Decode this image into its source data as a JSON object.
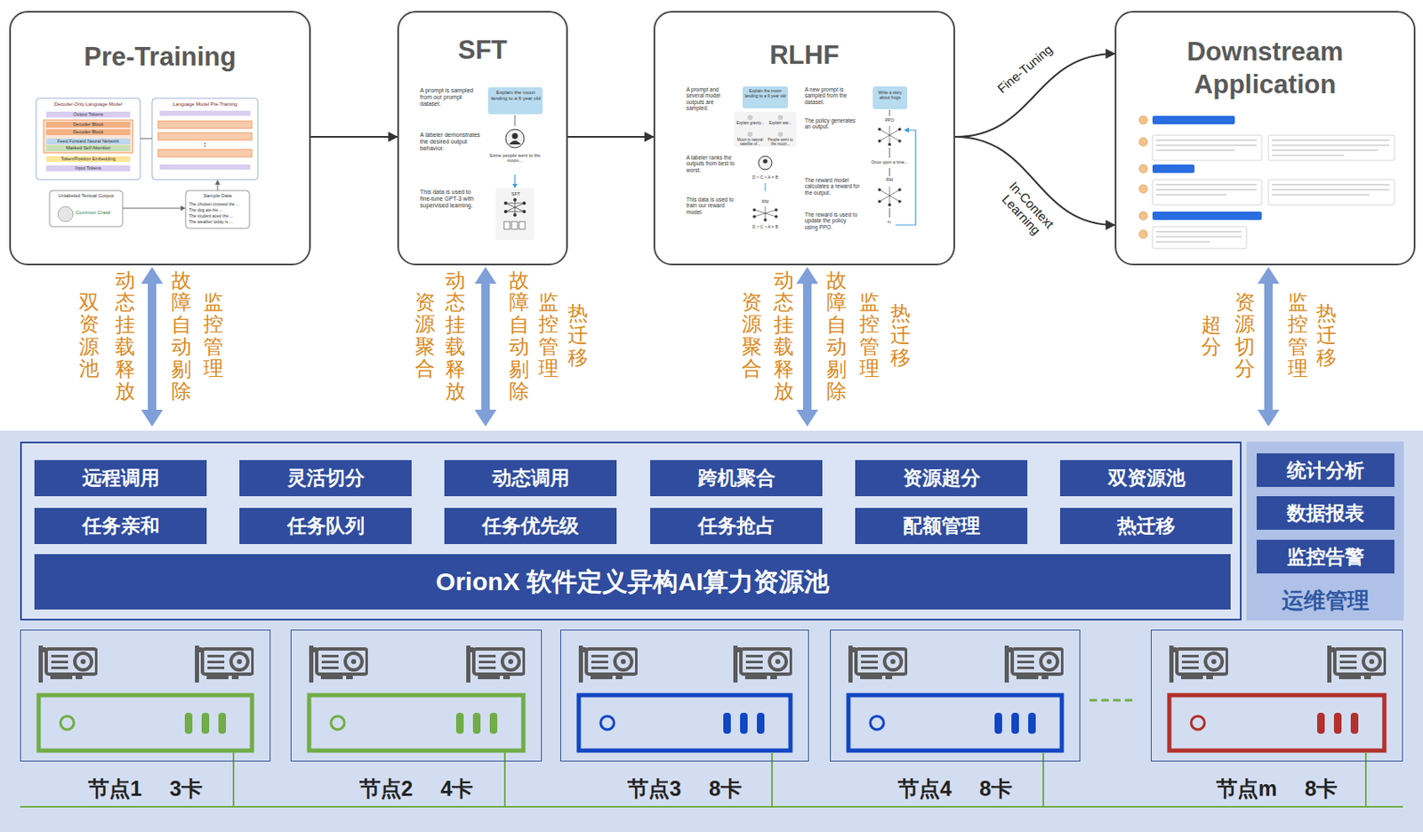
{
  "diagram": {
    "nodes": [
      {
        "text": [
          "Pre-Training"
        ]
      },
      {
        "text": [
          "SFT"
        ]
      },
      {
        "text": [
          "RLHF"
        ]
      },
      {
        "text": [
          "Downstream Application"
        ]
      },
      {
        "text": [
          "远程调用"
        ]
      },
      {
        "text": [
          "灵活切分"
        ]
      },
      {
        "text": [
          "动态调用"
        ]
      },
      {
        "text": [
          "跨机聚合"
        ]
      },
      {
        "text": [
          "资源超分"
        ]
      },
      {
        "text": [
          "双资源池"
        ]
      },
      {
        "text": [
          "任务亲和"
        ]
      },
      {
        "text": [
          "任务队列"
        ]
      },
      {
        "text": [
          "任务优先级"
        ]
      },
      {
        "text": [
          "任务抢占"
        ]
      },
      {
        "text": [
          "配额管理"
        ]
      },
      {
        "text": [
          "热迁移"
        ]
      },
      {
        "text": [
          "OrionX 软件定义异构AI算力资源池"
        ]
      },
      {
        "text": [
          "运维管理"
        ]
      },
      {
        "text": [
          "统计分析"
        ],
        "in": 17
      },
      {
        "text": [
          "数据报表"
        ],
        "in": 17
      },
      {
        "text": [
          "监控告警"
        ],
        "in": 17
      },
      {
        "text": [
          "节点1 3卡"
        ]
      },
      {
        "text": [
          "节点2 4卡"
        ]
      },
      {
        "text": [
          "节点3 8卡"
        ]
      },
      {
        "text": [
          "节点4 8卡"
        ]
      },
      {
        "text": [
          "节点m 8卡"
        ]
      }
    ],
    "edges": [
      {
        "from": 0,
        "to": 1,
        "arrow": "to"
      },
      {
        "from": 1,
        "to": 2,
        "arrow": "to"
      },
      {
        "from": 2,
        "to": 3,
        "label": "Fine-Tuning",
        "arrow": "to"
      },
      {
        "from": 2,
        "to": 3,
        "label": "In-Context Learning",
        "arrow": "to"
      }
    ],
    "labels": [
      "Decoder-Only Language Model",
      "Output Tokens",
      "Decoder Block",
      "Decoder Block",
      "Feed Forward Neural Network",
      "Masked Self Attention",
      "Token/Position Embedding",
      "Input Tokens",
      "Language Model Pre-Training",
      "Unlabeled Textual Corpus",
      "Common Crawl",
      "Sample Data",
      "The chicken crossed the ...",
      "The dog ate his ...",
      "The student aced the ...",
      "The weather today is ...",
      "A prompt is sampled from our prompt dataset.",
      "Explain the moon landing to a 6 year old",
      "A labeler demonstrates the desired output behavior.",
      "Some people went to the moon...",
      "This data is used to fine-tune GPT-3 with supervised learning.",
      "SFT",
      "A prompt and several model outputs are sampled.",
      "Explain the moon landing to a 6 year old",
      "Explain gravity...",
      "Explain war...",
      "Moon is natural satellite of...",
      "People went to the moon...",
      "A labeler ranks the outputs from best to worst.",
      "D > C > A = B",
      "This data is used to train our reward model.",
      "RM",
      "D > C > A = B",
      "A new prompt is sampled from the dataset.",
      "Write a story about frogs",
      "PPO",
      "The policy generates an output.",
      "Once upon a time...",
      "The reward model calculates a reward for the output.",
      "RM",
      "The reward is used to update the policy using PPO.",
      "rₖ",
      "双资源池",
      "动态挂载释放",
      "故障自动剔除",
      "监控管理",
      "资源聚合",
      "动态挂载释放",
      "故障自动剔除",
      "监控管理",
      "热迁移",
      "资源聚合",
      "动态挂载释放",
      "故障自动剔除",
      "监控管理",
      "热迁移",
      "超分",
      "资源切分",
      "监控管理",
      "热迁移"
    ]
  }
}
